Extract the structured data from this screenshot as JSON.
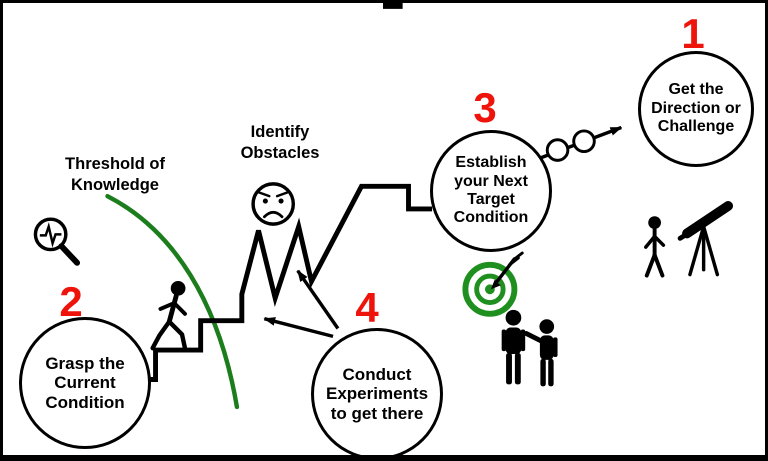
{
  "diagram": {
    "steps": [
      {
        "number": "1",
        "label": "Get the Direction or Challenge"
      },
      {
        "number": "2",
        "label": "Grasp the Current Condition"
      },
      {
        "number": "3",
        "label": "Establish your Next Target Condition"
      },
      {
        "number": "4",
        "label": "Conduct Experiments to get there"
      }
    ],
    "labels": {
      "threshold_of_knowledge": "Threshold of Knowledge",
      "identify_obstacles": "Identify Obstacles"
    },
    "colors": {
      "step_number_red": "#ee130b",
      "threshold_line_green": "#1c7d1c",
      "target_green": "#1f8f1f",
      "line_black": "#000000",
      "background": "#ffffff"
    },
    "icons": [
      "magnifier-pulse-icon",
      "walking-person-icon",
      "angry-face-icon",
      "stepping-stones-arrow",
      "target-bullseye-icon",
      "two-people-icon",
      "telescope-observer-icon"
    ]
  }
}
